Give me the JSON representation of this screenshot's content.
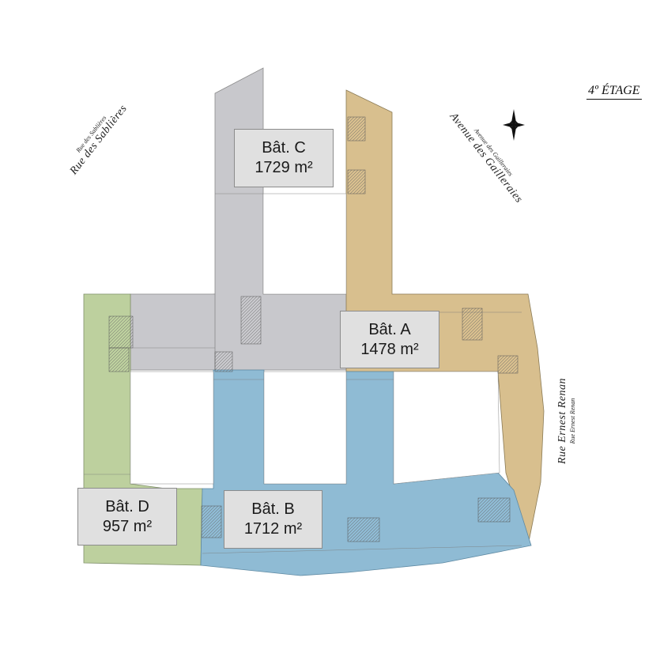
{
  "floor_title": "4º ÉTAGE",
  "streets": {
    "sablieres": {
      "big": "Rue des Sablières",
      "small": "Rue des Sablières"
    },
    "gailleraies": {
      "big": "Avenue des Gailleraies",
      "small": "Avenue des Gailleraies"
    },
    "renan": {
      "big": "Rue Ernest Renan",
      "small": "Rue Ernest Renan"
    }
  },
  "buildings": [
    {
      "name": "Bât. C",
      "area": "1729 m²",
      "color": "#c9c9cc"
    },
    {
      "name": "Bât. A",
      "area": "1478 m²",
      "color": "#d9c08f"
    },
    {
      "name": "Bât. D",
      "area": "957 m²",
      "color": "#bccf9c"
    },
    {
      "name": "Bât. B",
      "area": "1712 m²",
      "color": "#8fbcd6"
    }
  ],
  "icons": {
    "compass": "compass-rose-icon"
  }
}
